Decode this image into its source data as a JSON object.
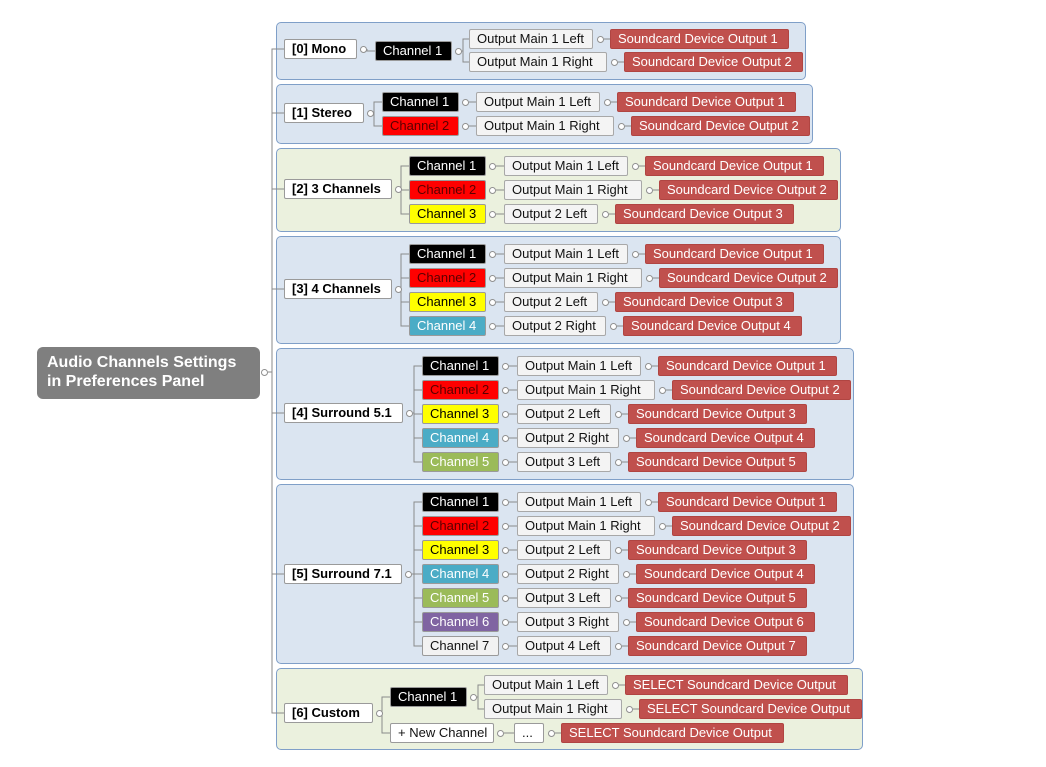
{
  "root": {
    "line1": "Audio Channels Settings",
    "line2": "in Preferences Panel"
  },
  "colors": {
    "group_blue": "#dbe5f1",
    "group_green": "#ebf1de",
    "device_red": "#c0504d",
    "root_gray": "#7f7f7f",
    "ch_black": "#000000",
    "ch_red": "#ff0000",
    "ch_yellow": "#ffff00",
    "ch_teal": "#4bacc6",
    "ch_olive": "#9bbb59",
    "ch_purple": "#8064a2",
    "ch_white": "#f2f2f2"
  },
  "groups": [
    {
      "label": "[0] Mono",
      "channels": [
        {
          "name": "Channel 1",
          "outputs": [
            {
              "output": "Output Main 1 Left",
              "device": "Soundcard Device Output 1"
            },
            {
              "output": "Output Main 1 Right",
              "device": "Soundcard Device Output 2"
            }
          ]
        }
      ]
    },
    {
      "label": "[1] Stereo",
      "channels": [
        {
          "name": "Channel 1",
          "outputs": [
            {
              "output": "Output Main 1 Left",
              "device": "Soundcard Device Output 1"
            }
          ]
        },
        {
          "name": "Channel 2",
          "outputs": [
            {
              "output": "Output Main 1 Right",
              "device": "Soundcard Device Output 2"
            }
          ]
        }
      ]
    },
    {
      "label": "[2] 3 Channels",
      "channels": [
        {
          "name": "Channel 1",
          "outputs": [
            {
              "output": "Output Main 1 Left",
              "device": "Soundcard Device Output 1"
            }
          ]
        },
        {
          "name": "Channel 2",
          "outputs": [
            {
              "output": "Output Main 1 Right",
              "device": "Soundcard Device Output 2"
            }
          ]
        },
        {
          "name": "Channel 3",
          "outputs": [
            {
              "output": "Output 2 Left",
              "device": "Soundcard Device Output 3"
            }
          ]
        }
      ]
    },
    {
      "label": "[3] 4 Channels",
      "channels": [
        {
          "name": "Channel 1",
          "outputs": [
            {
              "output": "Output Main 1 Left",
              "device": "Soundcard Device Output 1"
            }
          ]
        },
        {
          "name": "Channel 2",
          "outputs": [
            {
              "output": "Output Main 1 Right",
              "device": "Soundcard Device Output 2"
            }
          ]
        },
        {
          "name": "Channel 3",
          "outputs": [
            {
              "output": "Output 2 Left",
              "device": "Soundcard Device Output 3"
            }
          ]
        },
        {
          "name": "Channel 4",
          "outputs": [
            {
              "output": "Output 2 Right",
              "device": "Soundcard Device Output 4"
            }
          ]
        }
      ]
    },
    {
      "label": "[4] Surround 5.1",
      "channels": [
        {
          "name": "Channel 1",
          "outputs": [
            {
              "output": "Output Main 1 Left",
              "device": "Soundcard Device Output 1"
            }
          ]
        },
        {
          "name": "Channel 2",
          "outputs": [
            {
              "output": "Output Main 1 Right",
              "device": "Soundcard Device Output 2"
            }
          ]
        },
        {
          "name": "Channel 3",
          "outputs": [
            {
              "output": "Output 2 Left",
              "device": "Soundcard Device Output 3"
            }
          ]
        },
        {
          "name": "Channel 4",
          "outputs": [
            {
              "output": "Output 2 Right",
              "device": "Soundcard Device Output 4"
            }
          ]
        },
        {
          "name": "Channel 5",
          "outputs": [
            {
              "output": "Output 3 Left",
              "device": "Soundcard Device Output 5"
            }
          ]
        }
      ]
    },
    {
      "label": "[5] Surround 7.1",
      "channels": [
        {
          "name": "Channel 1",
          "outputs": [
            {
              "output": "Output Main 1 Left",
              "device": "Soundcard Device Output 1"
            }
          ]
        },
        {
          "name": "Channel 2",
          "outputs": [
            {
              "output": "Output Main 1 Right",
              "device": "Soundcard Device Output 2"
            }
          ]
        },
        {
          "name": "Channel 3",
          "outputs": [
            {
              "output": "Output 2 Left",
              "device": "Soundcard Device Output 3"
            }
          ]
        },
        {
          "name": "Channel 4",
          "outputs": [
            {
              "output": "Output 2 Right",
              "device": "Soundcard Device Output 4"
            }
          ]
        },
        {
          "name": "Channel 5",
          "outputs": [
            {
              "output": "Output 3 Left",
              "device": "Soundcard Device Output 5"
            }
          ]
        },
        {
          "name": "Channel 6",
          "outputs": [
            {
              "output": "Output 3 Right",
              "device": "Soundcard Device Output 6"
            }
          ]
        },
        {
          "name": "Channel 7",
          "outputs": [
            {
              "output": "Output 4 Left",
              "device": "Soundcard Device Output 7"
            }
          ]
        }
      ]
    },
    {
      "label": "[6] Custom",
      "channels": [
        {
          "name": "Channel 1",
          "outputs": [
            {
              "output": "Output Main 1 Left",
              "device": "SELECT Soundcard Device Output"
            },
            {
              "output": "Output Main 1 Right",
              "device": "SELECT Soundcard Device Output"
            }
          ]
        },
        {
          "name": "+ New Channel",
          "outputs": [
            {
              "output": "...",
              "device": "SELECT Soundcard Device Output"
            }
          ]
        }
      ]
    }
  ]
}
